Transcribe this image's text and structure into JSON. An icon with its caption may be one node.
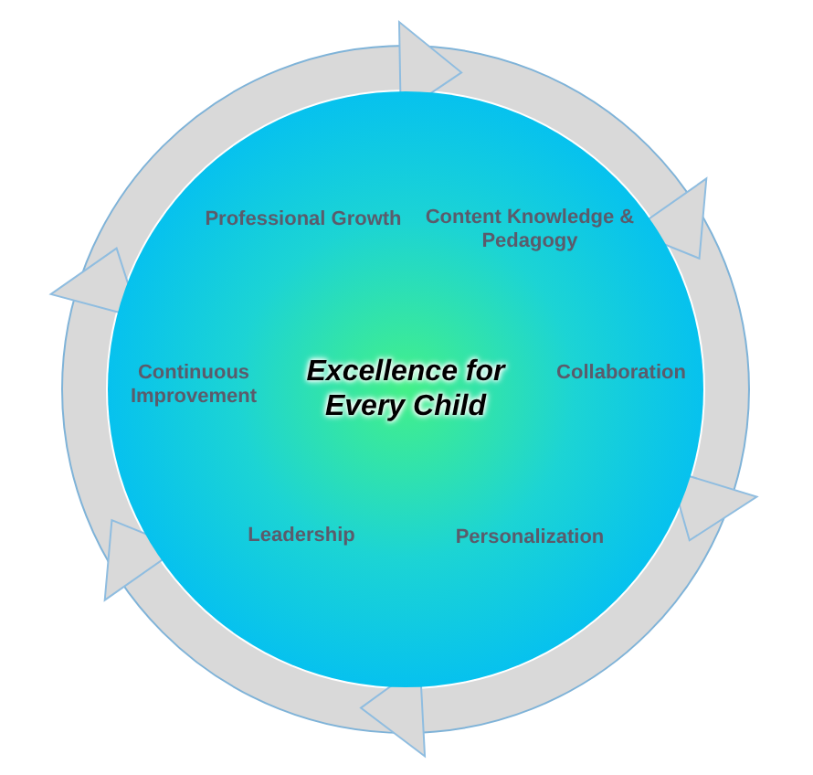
{
  "diagram": {
    "nodes": [
      {
        "text": [
          "Excellence for Every Child"
        ]
      }
    ],
    "labels": [
      "Professional Growth",
      "Content Knowledge & Pedagogy",
      "Continuous Improvement",
      "Collaboration",
      "Leadership",
      "Personalization"
    ]
  }
}
